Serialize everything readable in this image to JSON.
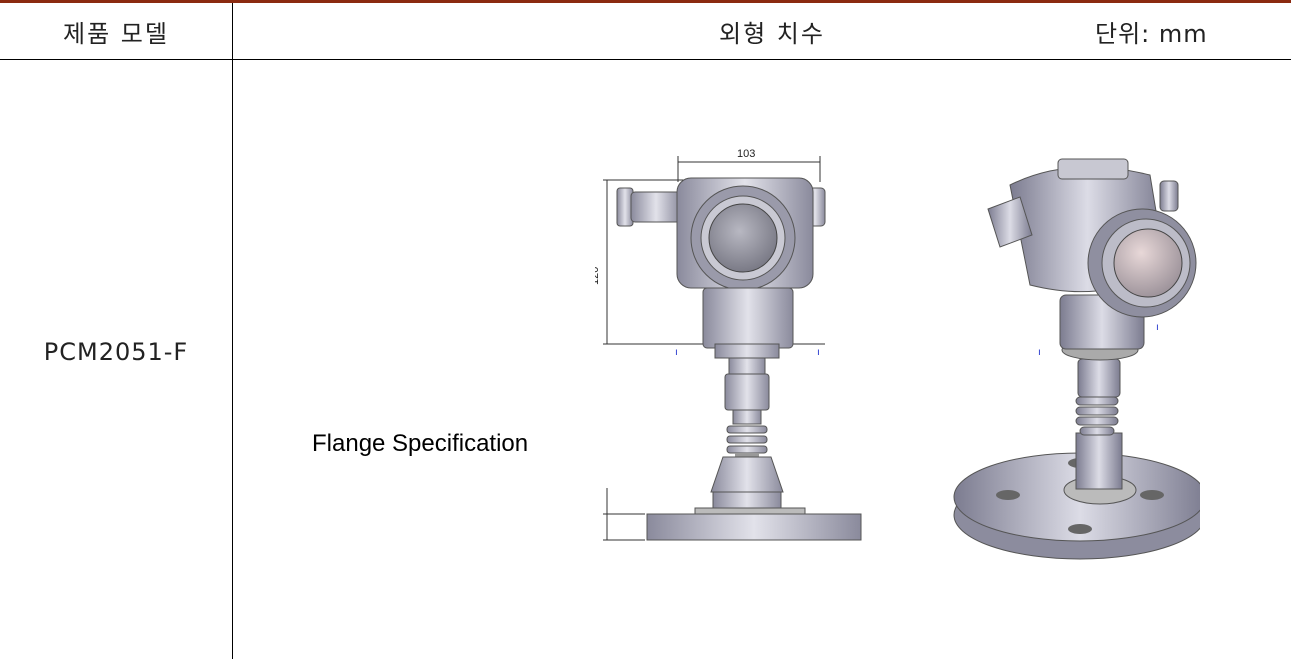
{
  "header": {
    "model_col": "제품 모델",
    "dimension_col": "외형 치수",
    "unit": "단위: mm"
  },
  "row": {
    "model": "PCM2051-F",
    "flange_label": "Flange Specification",
    "dim_width": "103",
    "dim_height": "120"
  },
  "colors": {
    "top_rule": "#8b2a10",
    "metal_light": "#d8d8e2",
    "metal_mid": "#a9a9b8",
    "metal_dark": "#6e6e80",
    "accent_blue": "#2233cc"
  }
}
